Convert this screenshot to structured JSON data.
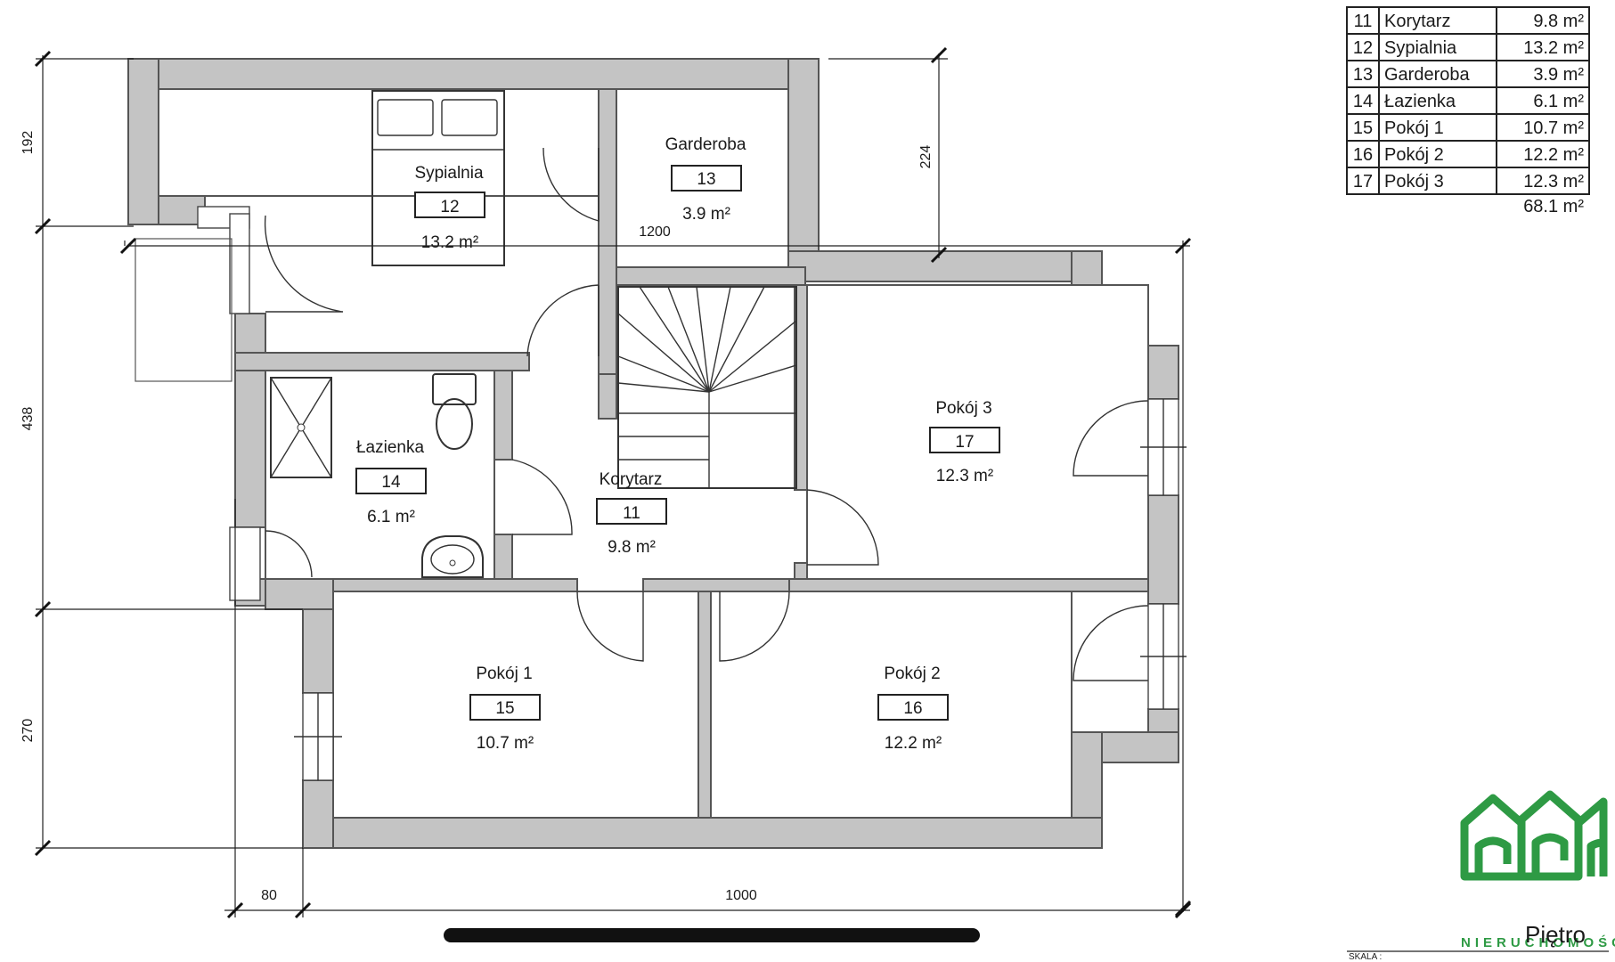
{
  "plan_title": "Piętro",
  "scale_label": "SKALA :",
  "brand": {
    "name": "NIERUCHOMOŚCI",
    "logo_color": "#2e9a44"
  },
  "rooms": [
    {
      "name": "Sypialnia",
      "number": "12",
      "area": "13.2 m²"
    },
    {
      "name": "Garderoba",
      "number": "13",
      "area": "3.9 m²"
    },
    {
      "name": "Łazienka",
      "number": "14",
      "area": "6.1 m²"
    },
    {
      "name": "Korytarz",
      "number": "11",
      "area": "9.8 m²"
    },
    {
      "name": "Pokój 3",
      "number": "17",
      "area": "12.3 m²"
    },
    {
      "name": "Pokój 1",
      "number": "15",
      "area": "10.7 m²"
    },
    {
      "name": "Pokój 2",
      "number": "16",
      "area": "12.2 m²"
    }
  ],
  "area_table": {
    "rows": [
      {
        "number": "11",
        "name": "Korytarz",
        "area": "9.8 m²"
      },
      {
        "number": "12",
        "name": "Sypialnia",
        "area": "13.2 m²"
      },
      {
        "number": "13",
        "name": "Garderoba",
        "area": "3.9 m²"
      },
      {
        "number": "14",
        "name": "Łazienka",
        "area": "6.1 m²"
      },
      {
        "number": "15",
        "name": "Pokój 1",
        "area": "10.7 m²"
      },
      {
        "number": "16",
        "name": "Pokój 2",
        "area": "12.2 m²"
      },
      {
        "number": "17",
        "name": "Pokój 3",
        "area": "12.3 m²"
      }
    ],
    "total": "68.1 m²"
  },
  "dimensions": {
    "left_top": "192",
    "left_mid": "438",
    "left_bottom": "270",
    "right_top": "224",
    "bottom_left": "80",
    "bottom_main": "1000",
    "stair_width": "1200"
  }
}
